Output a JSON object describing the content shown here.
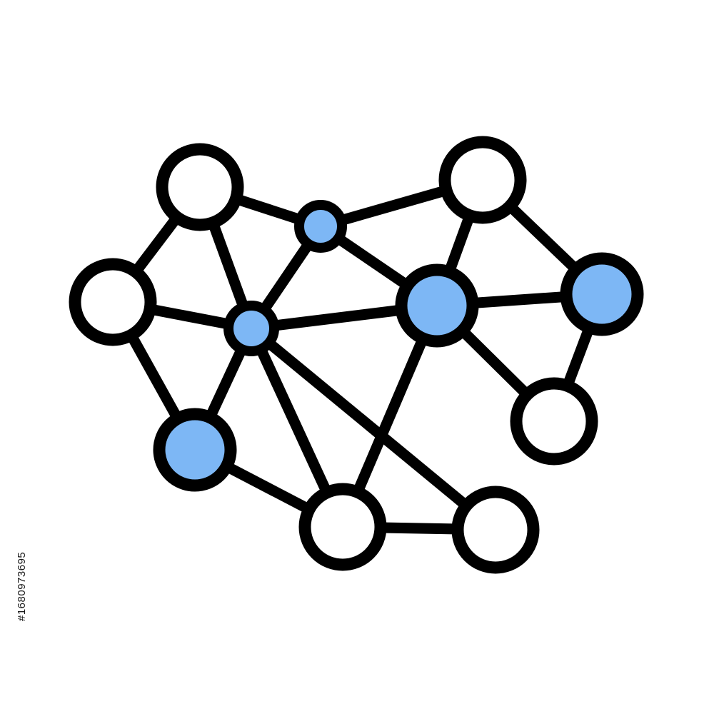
{
  "colors": {
    "background": "#ffffff",
    "stroke": "#000000",
    "node_empty": "#ffffff",
    "node_filled": "#7db7f5"
  },
  "stock_id": "#1680973695",
  "network": {
    "nodes": [
      {
        "id": "n1",
        "filled": false
      },
      {
        "id": "n2",
        "filled": true
      },
      {
        "id": "n3",
        "filled": false
      },
      {
        "id": "n4",
        "filled": false
      },
      {
        "id": "n5",
        "filled": true
      },
      {
        "id": "n6",
        "filled": true
      },
      {
        "id": "n7",
        "filled": true
      },
      {
        "id": "n8",
        "filled": true
      },
      {
        "id": "n9",
        "filled": false
      },
      {
        "id": "n10",
        "filled": false
      },
      {
        "id": "n11",
        "filled": false
      }
    ],
    "edges": [
      [
        "n1",
        "n2"
      ],
      [
        "n1",
        "n4"
      ],
      [
        "n1",
        "n5"
      ],
      [
        "n2",
        "n3"
      ],
      [
        "n2",
        "n5"
      ],
      [
        "n2",
        "n6"
      ],
      [
        "n3",
        "n6"
      ],
      [
        "n3",
        "n7"
      ],
      [
        "n4",
        "n5"
      ],
      [
        "n4",
        "n8"
      ],
      [
        "n5",
        "n6"
      ],
      [
        "n5",
        "n8"
      ],
      [
        "n5",
        "n10"
      ],
      [
        "n5",
        "n11"
      ],
      [
        "n6",
        "n7"
      ],
      [
        "n6",
        "n9"
      ],
      [
        "n6",
        "n10"
      ],
      [
        "n7",
        "n9"
      ],
      [
        "n8",
        "n10"
      ],
      [
        "n10",
        "n11"
      ]
    ]
  }
}
